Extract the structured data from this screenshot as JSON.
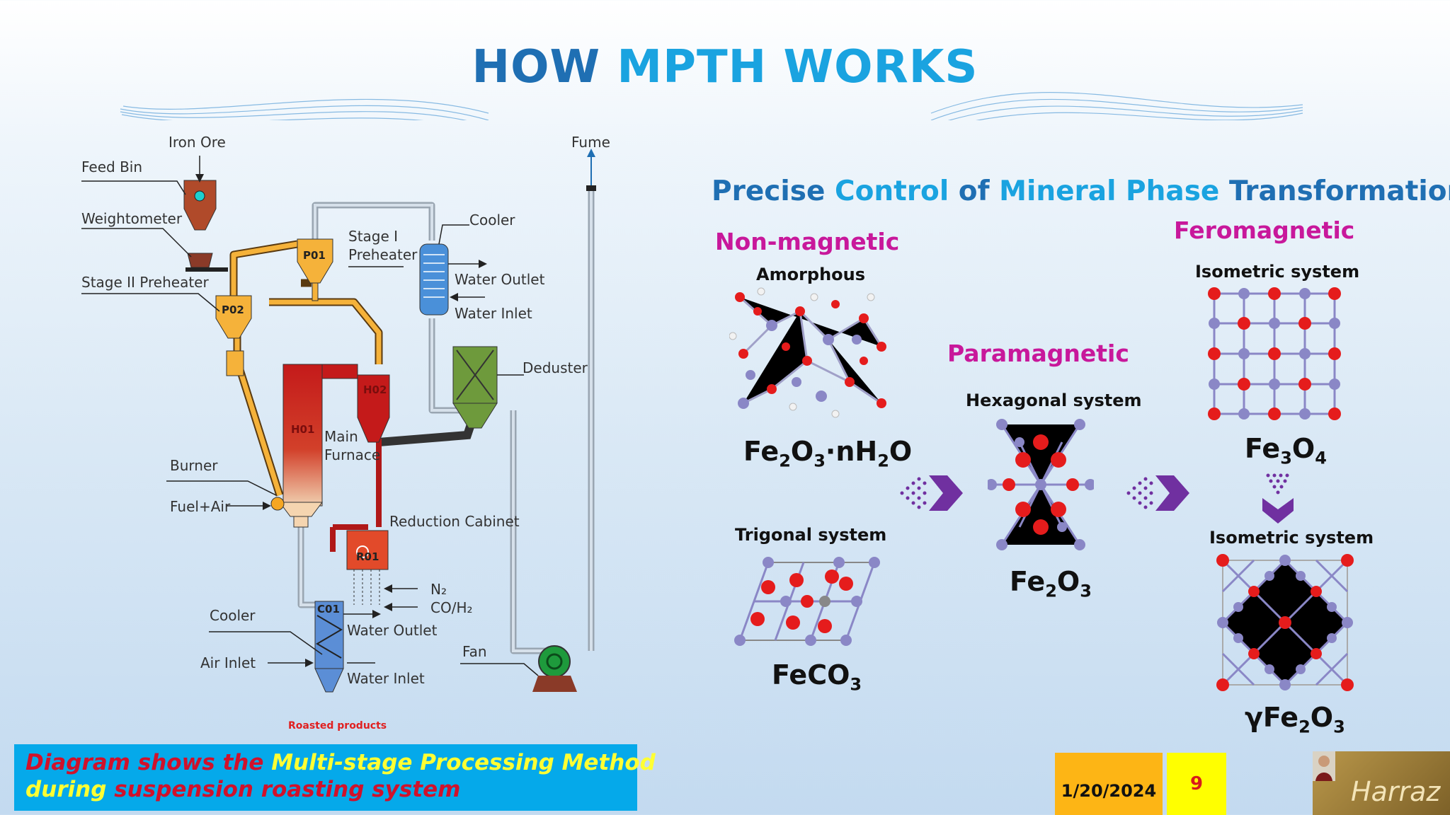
{
  "title": {
    "part1": "HOW",
    "part2": "MPTH WORKS"
  },
  "diagram": {
    "labels": {
      "iron_ore": "Iron Ore",
      "feed_bin": "Feed Bin",
      "weightometer": "Weightometer",
      "stage2_preheater": "Stage II Preheater",
      "stage1_preheater_l1": "Stage I",
      "stage1_preheater_l2": "Preheater",
      "cooler_top": "Cooler",
      "water_outlet_top": "Water Outlet",
      "water_inlet_top": "Water Inlet",
      "fume": "Fume",
      "deduster": "Deduster",
      "main_furnace_l1": "Main",
      "main_furnace_l2": "Furnace",
      "burner": "Burner",
      "fuel_air": "Fuel+Air",
      "reduction_cabinet": "Reduction Cabinet",
      "n2": "N₂",
      "co_h2": "CO/H₂",
      "cooler_bottom": "Cooler",
      "water_outlet_bottom": "Water Outlet",
      "air_inlet": "Air Inlet",
      "water_inlet_bottom": "Water Inlet",
      "fan": "Fan",
      "roasted": "Roasted products"
    },
    "units": {
      "p01": "P01",
      "p02": "P02",
      "h01": "H01",
      "h02": "H02",
      "c01": "C01",
      "r01": "R01"
    }
  },
  "phases": {
    "heading": {
      "w1": "Precise",
      "w2": "Control",
      "w3": "of",
      "w4": "Mineral",
      "w5": "Phase",
      "w6": "Transformation"
    },
    "non_magnetic": "Non-magnetic",
    "paramagnetic": "Paramagnetic",
    "feromagnetic": "Feromagnetic",
    "amorphous": "Amorphous",
    "trigonal": "Trigonal system",
    "hexagonal": "Hexagonal system",
    "isometric_top": "Isometric system",
    "isometric_bottom": "Isometric system",
    "f1": {
      "a": "Fe",
      "b": "2",
      "c": "O",
      "d": "3",
      "e": "·nH",
      "f": "2",
      "g": "O"
    },
    "f2": {
      "a": "FeCO",
      "b": "3"
    },
    "f3": {
      "a": "Fe",
      "b": "2",
      "c": "O",
      "d": "3"
    },
    "f4": {
      "a": "Fe",
      "b": "3",
      "c": "O",
      "d": "4"
    },
    "f5": {
      "a": "γFe",
      "b": "2",
      "c": "O",
      "d": "3"
    }
  },
  "caption": {
    "p1": "Diagram shows the ",
    "p2": "Multi-stage Processing Method",
    "p3": "during",
    "p4": " suspension roasting system"
  },
  "footer": {
    "date": "1/20/2024",
    "page": "9",
    "logo_text": "Harraz"
  },
  "colors": {
    "title_dark": "#1f6fb3",
    "title_light": "#1aa3e0",
    "magenta": "#c8189b",
    "arrow": "#7030a0",
    "caption_bg": "#05a9ea",
    "date_bg": "#fdb515",
    "page_bg": "#ffff00",
    "atom_red": "#e51c1c",
    "atom_purple": "#8a87c6"
  }
}
